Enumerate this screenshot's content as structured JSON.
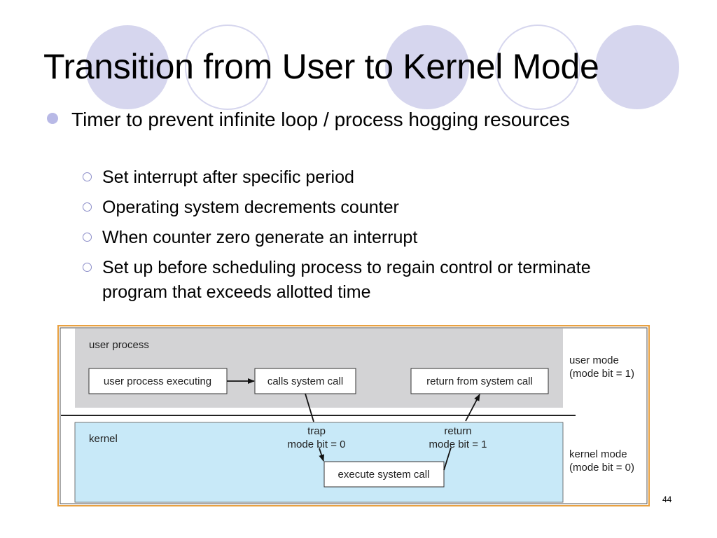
{
  "slide": {
    "title": "Transition from User to Kernel Mode",
    "bullet_main": "Timer to prevent infinite loop / process hogging resources",
    "sub_bullets": [
      "Set interrupt after specific period",
      "Operating system decrements counter",
      "When counter zero generate an interrupt",
      "Set up before scheduling process to regain control or terminate program that exceeds allotted time"
    ],
    "page_number": "44"
  },
  "diagram": {
    "user_region_label": "user process",
    "kernel_region_label": "kernel",
    "box_user_executing": "user process executing",
    "box_calls_system_call": "calls system call",
    "box_return_from_system_call": "return from system call",
    "box_execute_system_call": "execute system call",
    "trap_label": "trap",
    "trap_mode": "mode bit = 0",
    "return_label": "return",
    "return_mode": "mode bit = 1",
    "user_mode_label": "user mode",
    "user_mode_bit": "(mode bit = 1)",
    "kernel_mode_label": "kernel mode",
    "kernel_mode_bit": "(mode bit = 0)"
  },
  "colors": {
    "decor_circle_fill": "#d6d6ee",
    "decor_circle_stroke": "#d6d6ee",
    "bullet_color": "#b8b9e6",
    "figure_border": "#e8a040",
    "user_region_fill": "#d3d3d5",
    "kernel_region_fill": "#c8e9f8"
  }
}
